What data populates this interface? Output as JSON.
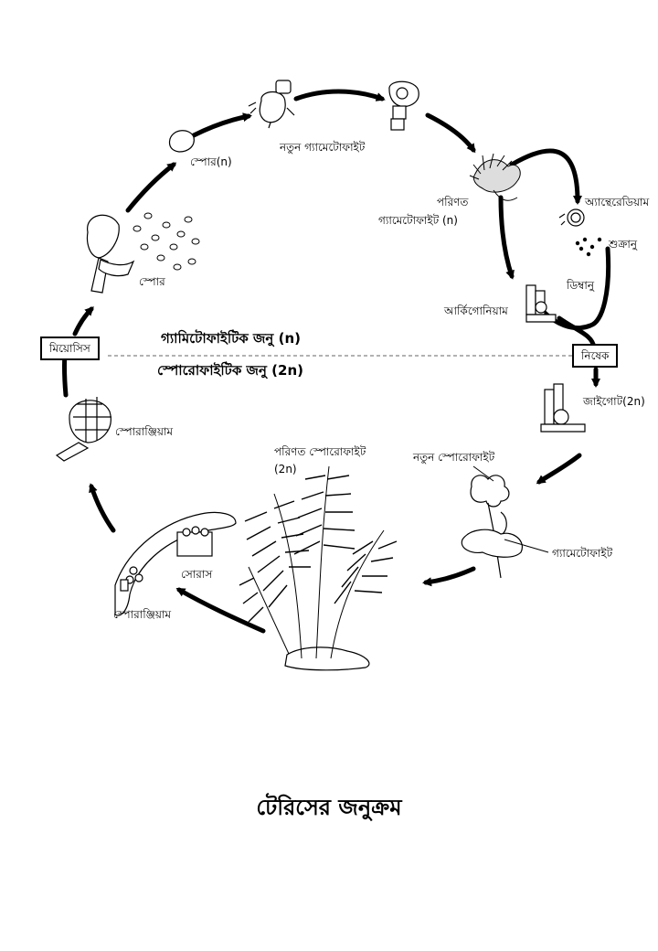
{
  "labels": {
    "spore_n": "স্পোর(n)",
    "new_gametophyte": "নতুন গ্যামেটোফাইট",
    "mature_gametophyte_1": "পরিণত",
    "mature_gametophyte_2": "গ্যামেটোফাইট (n)",
    "antheridium": "অ্যান্থেরেডিয়াম",
    "sperm": "শুক্রানু",
    "egg": "ডিম্বানু",
    "archegonium": "আর্কিগোনিয়াম",
    "spores": "স্পোর",
    "gametophytic_gen": "গ্যামিটোফাইটিক জনু (n)",
    "sporophytic_gen": "স্পোরোফাইটিক জনু (2n)",
    "meiosis": "মিয়োসিস",
    "fertilization": "নিষেক",
    "zygote": "জাইগোট(2n)",
    "sporangium_top": "স্পোরাঞ্জিয়াম",
    "mature_sporophyte_1": "পরিণত স্পোরোফাইট",
    "mature_sporophyte_2": "(2n)",
    "new_sporophyte": "নতুন স্পোরোফাইট",
    "gametophyte": "গ্যামেটোফাইট",
    "sorus": "সোরাস",
    "sporangium_bottom": "স্পোরাঞ্জিয়াম"
  },
  "title": "টেরিসের জনুক্রম"
}
